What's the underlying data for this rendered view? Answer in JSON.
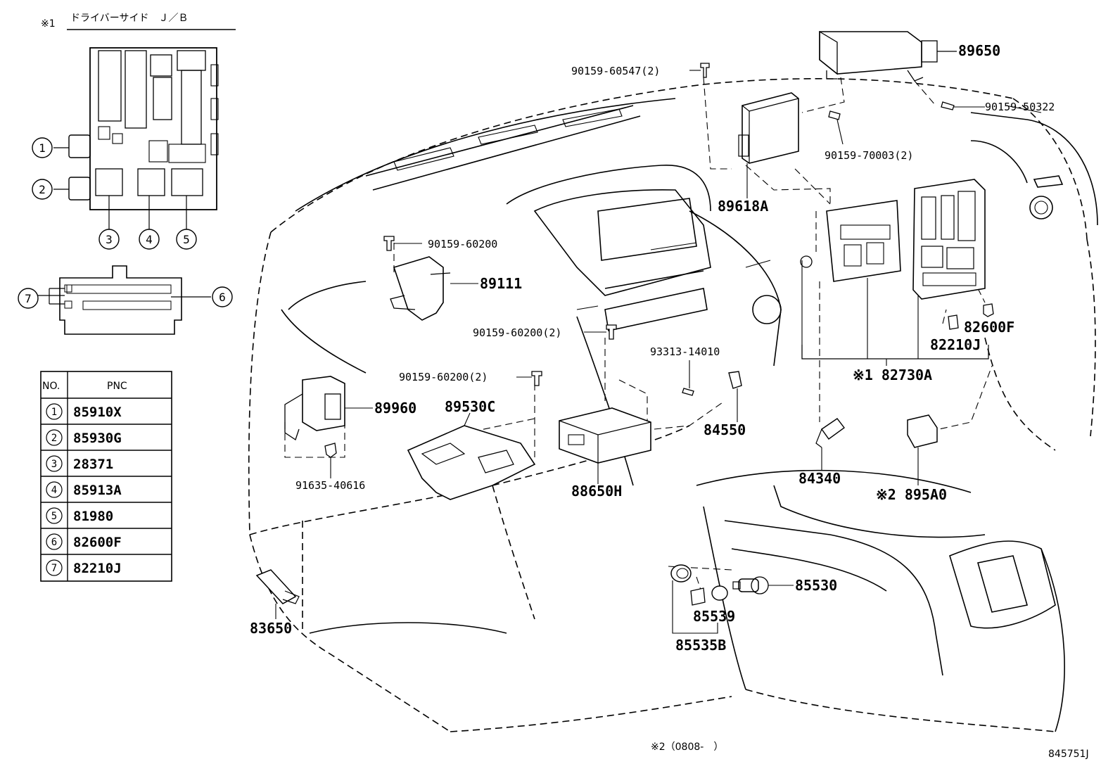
{
  "header": {
    "note_mark": "※1",
    "jb_title": "ドライバーサイド　Ｊ／Ｂ"
  },
  "callouts": [
    "1",
    "2",
    "3",
    "4",
    "5",
    "6",
    "7"
  ],
  "table": {
    "headers": [
      "NO.",
      "PNC"
    ],
    "rows": [
      {
        "no": "1",
        "pnc": "85910X"
      },
      {
        "no": "2",
        "pnc": "85930G"
      },
      {
        "no": "3",
        "pnc": "28371"
      },
      {
        "no": "4",
        "pnc": "85913A"
      },
      {
        "no": "5",
        "pnc": "81980"
      },
      {
        "no": "6",
        "pnc": "82600F"
      },
      {
        "no": "7",
        "pnc": "82210J"
      }
    ]
  },
  "parts": {
    "p89650": "89650",
    "p90159_50322": "90159-50322",
    "p90159_60547": "90159-60547(2)",
    "p90159_70003": "90159-70003(2)",
    "p89618A": "89618A",
    "p90159_60200": "90159-60200",
    "p89111": "89111",
    "p90159_60200_2a": "90159-60200(2)",
    "p90159_60200_2b": "90159-60200(2)",
    "p93313_14010": "93313-14010",
    "p89960": "89960",
    "p89530C": "89530C",
    "p84550": "84550",
    "p82600F": "82600F",
    "p82210J": "82210J",
    "p82730A": "※1 82730A",
    "p91635_40616": "91635-40616",
    "p88650H": "88650H",
    "p84340": "84340",
    "p895A0": "※2 895A0",
    "p85530": "85530",
    "p85539": "85539",
    "p85535B": "85535B",
    "p83650": "83650"
  },
  "footer": {
    "note2": "※2（0808-　）",
    "diagram_id": "845751J"
  }
}
